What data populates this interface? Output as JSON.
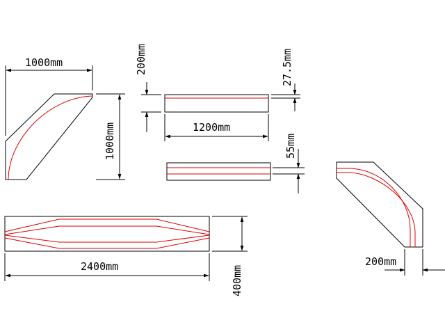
{
  "colors": {
    "outline": "#000000",
    "track": "#e00000",
    "background": "#ffffff"
  },
  "dimensions": {
    "curve_width": "1000mm",
    "curve_height": "1000mm",
    "straight_short_height": "200mm",
    "straight_short_length": "1200mm",
    "straight_short_offset": "27.5mm",
    "straight_medium_gap": "55mm",
    "long_length": "2400mm",
    "long_height": "400mm",
    "curve_small_width": "200mm"
  }
}
